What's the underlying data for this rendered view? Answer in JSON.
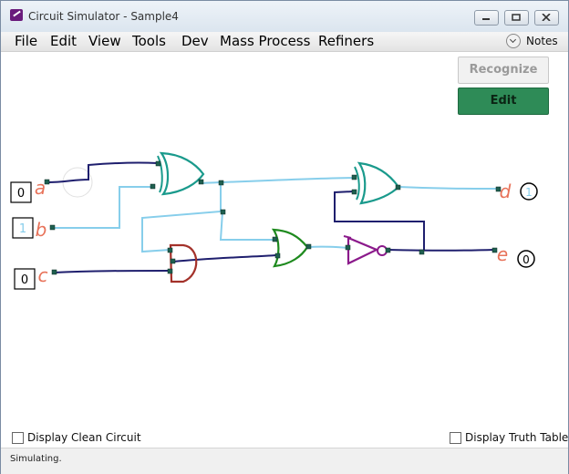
{
  "window": {
    "title": "Circuit Simulator - Sample4"
  },
  "menu": {
    "items": [
      "File",
      "Edit",
      "View",
      "Tools",
      "Dev",
      "Mass Process",
      "Refiners"
    ],
    "notes_label": "Notes"
  },
  "buttons": {
    "recognize_label": "Recognize",
    "edit_label": "Edit"
  },
  "circuit": {
    "inputs": [
      {
        "name": "a",
        "value": "0"
      },
      {
        "name": "b",
        "value": "1"
      },
      {
        "name": "c",
        "value": "0"
      }
    ],
    "outputs": [
      {
        "name": "d",
        "value": "1"
      },
      {
        "name": "e",
        "value": "0"
      }
    ],
    "gates": [
      "or-gate",
      "and-gate",
      "or-gate",
      "or-gate",
      "not-gate"
    ],
    "colors": {
      "wire_high": "#87ceeb",
      "wire_low": "#1f1f6e",
      "or_gate": "#1a9a8c",
      "and_gate": "#a3312a",
      "or_gate_mid": "#1e8a1e",
      "not_gate": "#8b1a8b",
      "label_ink": "#e8735a"
    }
  },
  "options": {
    "clean_circuit_label": "Display Clean Circuit",
    "truth_table_label": "Display Truth Table"
  },
  "status": {
    "text": "Simulating."
  }
}
